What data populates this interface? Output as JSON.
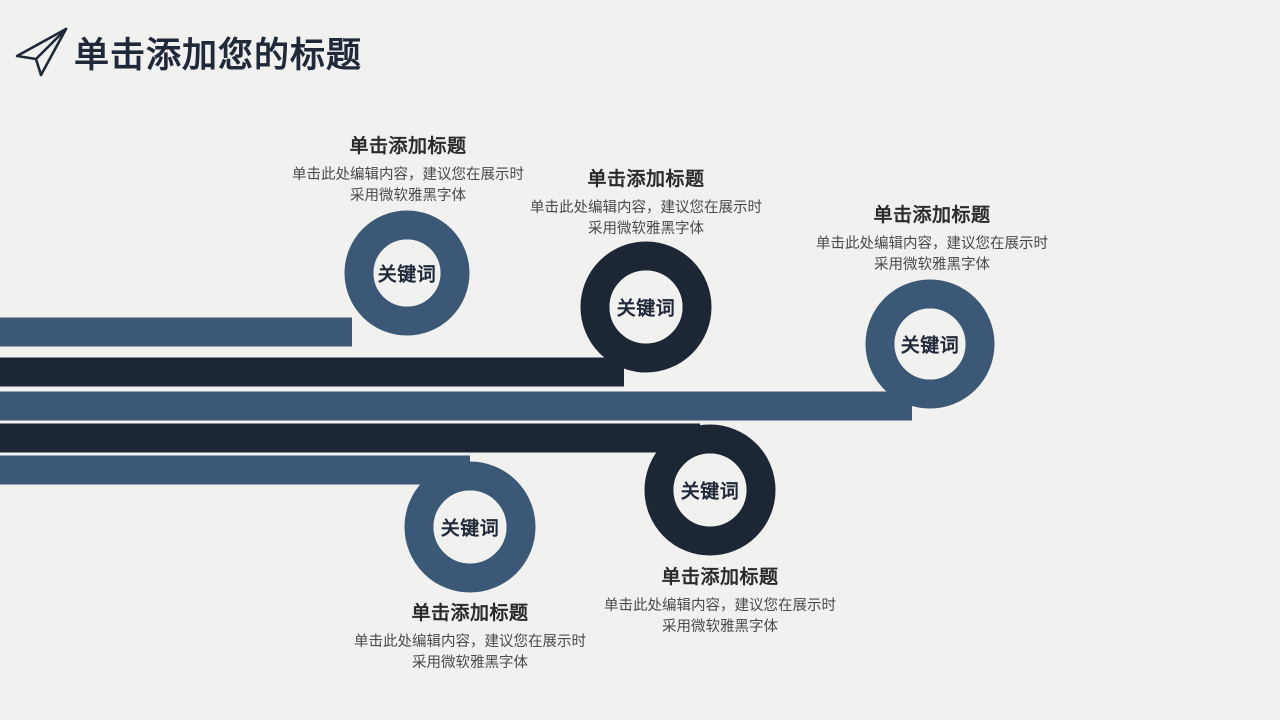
{
  "header": {
    "title": "单击添加您的标题",
    "icon": "paper-plane-icon"
  },
  "theme": {
    "background": "#f1f1ef",
    "blue": "#3b5876",
    "dark_navy": "#1d2635",
    "title_color": "#20293a",
    "body_text_color": "#4a4a4a"
  },
  "nodes": [
    {
      "label": "关键词",
      "color": "#3b5876"
    },
    {
      "label": "关键词",
      "color": "#1d2635"
    },
    {
      "label": "关键词",
      "color": "#3b5876"
    },
    {
      "label": "关键词",
      "color": "#3b5876"
    },
    {
      "label": "关键词",
      "color": "#1d2635"
    }
  ],
  "blocks": [
    {
      "title": "单击添加标题",
      "body": "单击此处编辑内容，建议您在展示时采用微软雅黑字体"
    },
    {
      "title": "单击添加标题",
      "body": "单击此处编辑内容，建议您在展示时采用微软雅黑字体"
    },
    {
      "title": "单击添加标题",
      "body": "单击此处编辑内容，建议您在展示时采用微软雅黑字体"
    },
    {
      "title": "单击添加标题",
      "body": "单击此处编辑内容，建议您在展示时采用微软雅黑字体"
    },
    {
      "title": "单击添加标题",
      "body": "单击此处编辑内容，建议您在展示时采用微软雅黑字体"
    }
  ]
}
